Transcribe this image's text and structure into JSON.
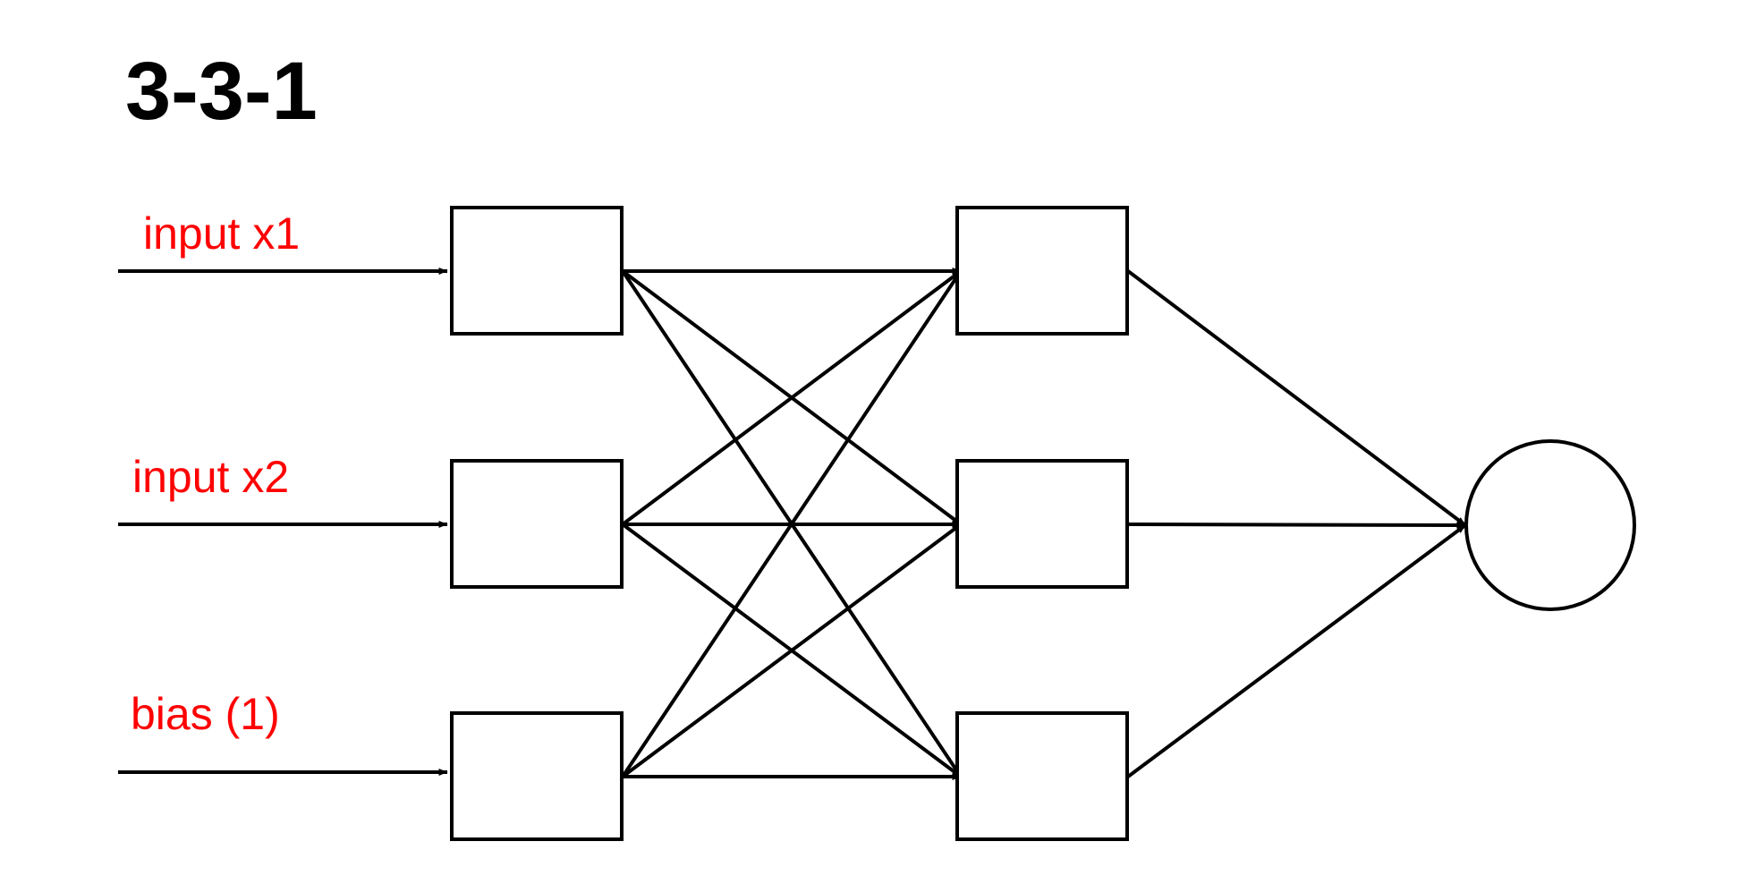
{
  "title": "3-3-1",
  "input_labels": [
    "input x1",
    "input x2",
    "bias (1)"
  ],
  "colors": {
    "label": "#ff0000",
    "stroke": "#000000",
    "background": "#ffffff"
  }
}
